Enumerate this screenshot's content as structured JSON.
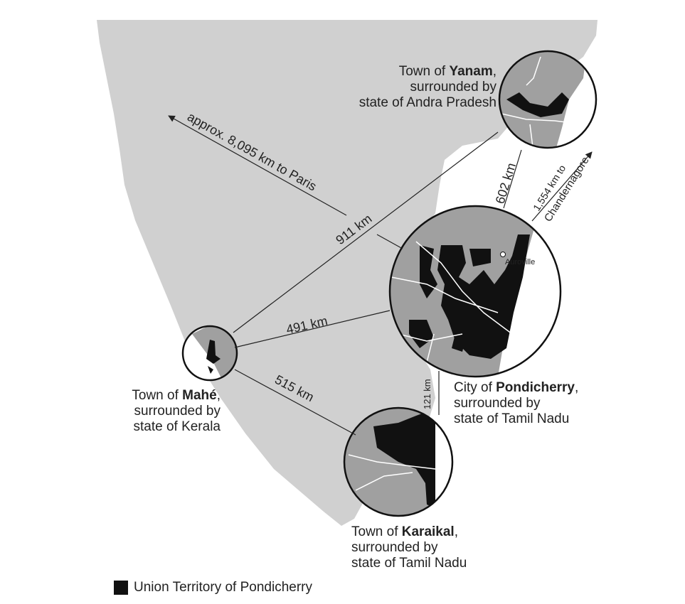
{
  "colors": {
    "land": "#d0d0d0",
    "inset_land": "#a0a0a0",
    "territory": "#111111"
  },
  "labels": {
    "yanam": {
      "prefix": "Town of ",
      "name": "Yanam",
      "suffix": ",",
      "line2": "surrounded by",
      "line3": "state of Andra Pradesh"
    },
    "pondicherry": {
      "prefix": "City of ",
      "name": "Pondicherry",
      "suffix": ",",
      "line2": "surrounded by",
      "line3": "state of Tamil Nadu"
    },
    "mahe": {
      "prefix": "Town of ",
      "name": "Mahé",
      "suffix": ",",
      "line2": "surrounded by",
      "line3": "state of Kerala"
    },
    "karaikal": {
      "prefix": "Town of ",
      "name": "Karaikal",
      "suffix": ",",
      "line2": "surrounded by",
      "line3": "state of Tamil Nadu"
    },
    "auroville": "Auroville"
  },
  "distances": {
    "paris": "approx. 8,095 km to Paris",
    "mahe_yanam": "911 km",
    "mahe_pondicherry": "491 km",
    "mahe_karaikal": "515 km",
    "yanam_pondicherry": "602 km",
    "chandernagore_line1": "1,554 km to",
    "chandernagore_line2": "Chandernagore",
    "pondicherry_karaikal": "121 km"
  },
  "legend": {
    "label": "Union Territory of Pondicherry"
  }
}
